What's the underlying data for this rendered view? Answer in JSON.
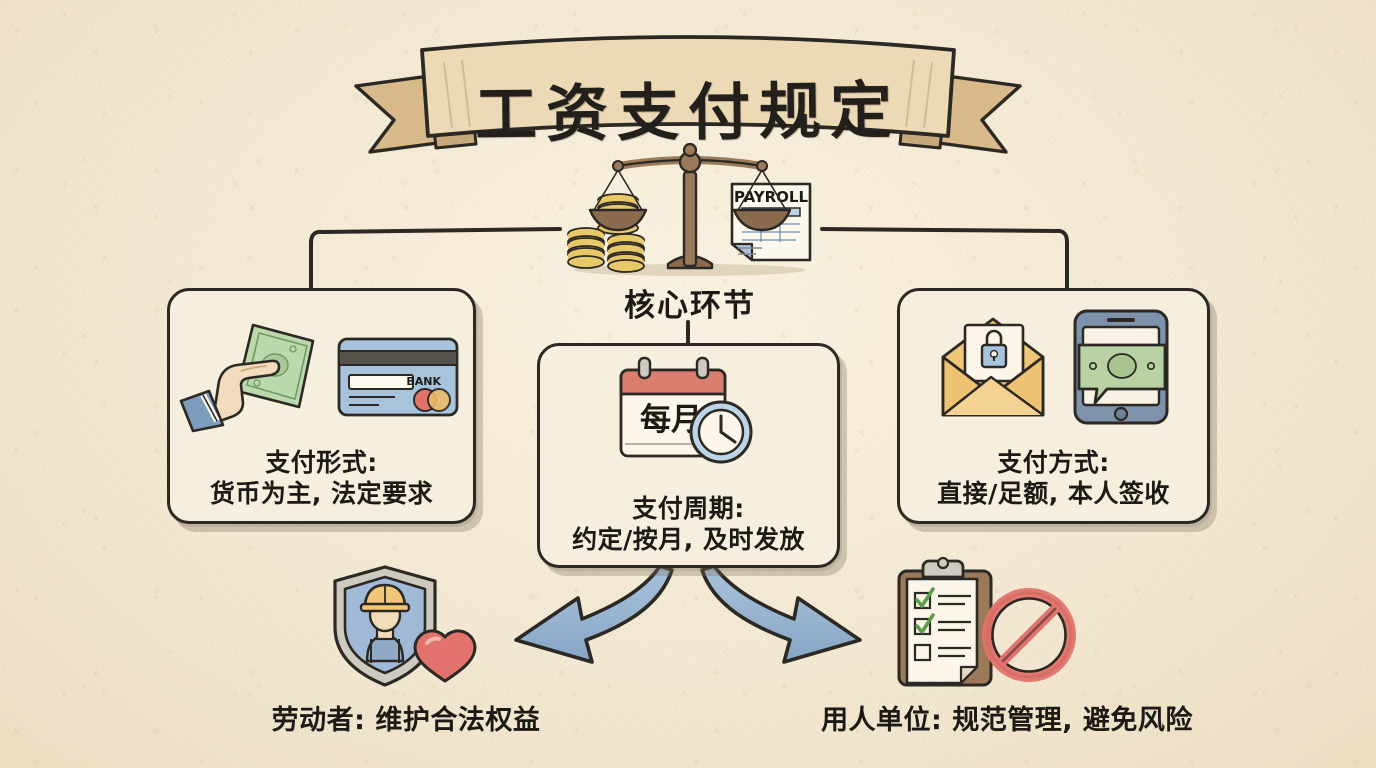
{
  "title": {
    "text": "工资支付规定",
    "banner_fill": "#ecd9b6",
    "banner_tail": "#d8b98a",
    "ink": "#2c2823"
  },
  "hero": {
    "label": "核心环节",
    "icon": "balance-scale-coins-payroll-icon",
    "payroll_doc_label": "PAYROLL"
  },
  "boxes": [
    {
      "id": "payment-form",
      "caption_line1": "支付形式:",
      "caption_line2": "货币为主, 法定要求",
      "icons": [
        "hand-cash-icon",
        "bank-card-icon"
      ],
      "card_label": "BANK"
    },
    {
      "id": "payment-cycle",
      "caption_line1": "支付周期:",
      "caption_line2": "约定/按月, 及时发放",
      "icons": [
        "calendar-icon",
        "clock-icon"
      ],
      "calendar_label": "每月"
    },
    {
      "id": "payment-method",
      "caption_line1": "支付方式:",
      "caption_line2": "直接/足额, 本人签收",
      "icons": [
        "locked-envelope-icon",
        "phone-money-icon"
      ]
    }
  ],
  "outcomes": [
    {
      "id": "worker",
      "text": "劳动者: 维护合法权益",
      "icon": "shield-worker-heart-icon"
    },
    {
      "id": "employer",
      "text": "用人单位: 规范管理, 避免风险",
      "icon": "clipboard-checklist-prohibition-icon"
    }
  ],
  "palette": {
    "background": "#f6eddb",
    "ink": "#2c2823",
    "card_bg": "#f7efdd",
    "arrow_blue": "#94b2d0",
    "money_green": "#b9d2a3",
    "calendar_red": "#d97d6e",
    "envelope_yellow": "#f0c779",
    "shield_blue": "#9fb9d6",
    "heart_red": "#e2736c",
    "coin_gold": "#e8c96a"
  }
}
